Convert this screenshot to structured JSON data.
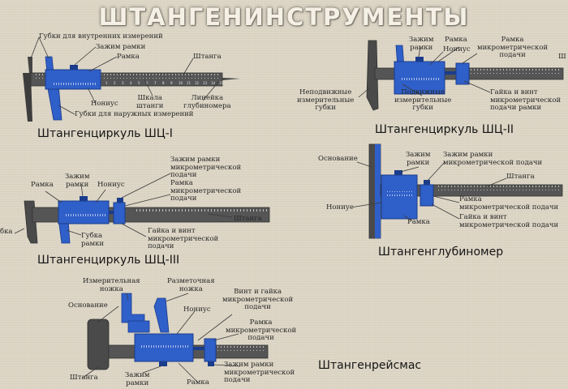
{
  "title": "ШТАНГЕНИНСТРУМЕНТЫ",
  "captions": {
    "shc1": "Штангенциркуль ШЦ-I",
    "shc2": "Штангенциркуль ШЦ-II",
    "shc3": "Штангенциркуль ШЦ-III",
    "depth": "Штангенглубиномер",
    "height": "Штангенрейсмас"
  },
  "labels": {
    "shc1": {
      "inner_jaws": "Губки для внутренних измерений",
      "clamp": "Зажим рамки",
      "frame": "Рамка",
      "bar": "Штанга",
      "vernier": "Нониус",
      "scale": "Шкала\nштанги",
      "depth_rule": "Линейка\nглубиномера",
      "outer_jaws": "Губки для наружных измерений"
    },
    "shc2": {
      "clamp": "Зажим\nрамки",
      "frame": "Рамка",
      "vernier": "Нониус",
      "micro_frame": "Рамка\nмикрометрической\nподачи",
      "bar": "Ш",
      "fixed_jaws": "Неподвижные\nизмерительные\nгубки",
      "moving_jaws": "Подвижные\nизмерительные\nгубки",
      "nut_screw": "Гайка и винт\nмикрометрической\nподачи рамки"
    },
    "shc3": {
      "frame": "Рамка",
      "clamp": "Зажим\nрамки",
      "vernier": "Нониус",
      "micro_clamp": "Зажим рамки\nмикрометрической\nподачи",
      "micro_frame": "Рамка\nмикрометрической\nподачи",
      "bar": "Штанга",
      "jaw_cut": "бка",
      "jaw_frame": "Губка\nрамки",
      "nut_screw": "Гайка и винт\nмикрометрической\nподачи"
    },
    "depth": {
      "base": "Основание",
      "clamp": "Зажим\nрамки",
      "micro_clamp": "Зажим рамки\nмикрометрической подачи",
      "bar": "Штанга",
      "vernier": "Нониус",
      "frame": "Рамка",
      "micro_frame": "Рамка\nмикрометрической подачи",
      "nut_screw": "Гайка и винт\nмикрометрической подачи"
    },
    "height": {
      "meas_leg": "Измерительная\nножка",
      "scribe_leg": "Разметочная\nножка",
      "screw_nut": "Винт и гайка\nмикрометрической\nподачи",
      "base": "Основание",
      "vernier": "Нониус",
      "micro_frame": "Рамка\nмикрометрической\nподачи",
      "bar": "Штанга",
      "clamp": "Зажим\nрамки",
      "frame": "Рамка",
      "micro_clamp": "Зажим рамки\nмикрометрической\nподачи"
    }
  },
  "scale_numbers": [
    "0",
    "1",
    "2",
    "3",
    "4",
    "5",
    "6",
    "7",
    "8",
    "9",
    "10",
    "11",
    "12",
    "13",
    "14",
    "15"
  ],
  "colors": {
    "steel": "#4d4d4d",
    "steel_dark": "#333333",
    "blue": "#2f5fc8",
    "blue_dark": "#1b3c8c",
    "leader": "#3a3a3a",
    "background": "#ddd6c6"
  }
}
